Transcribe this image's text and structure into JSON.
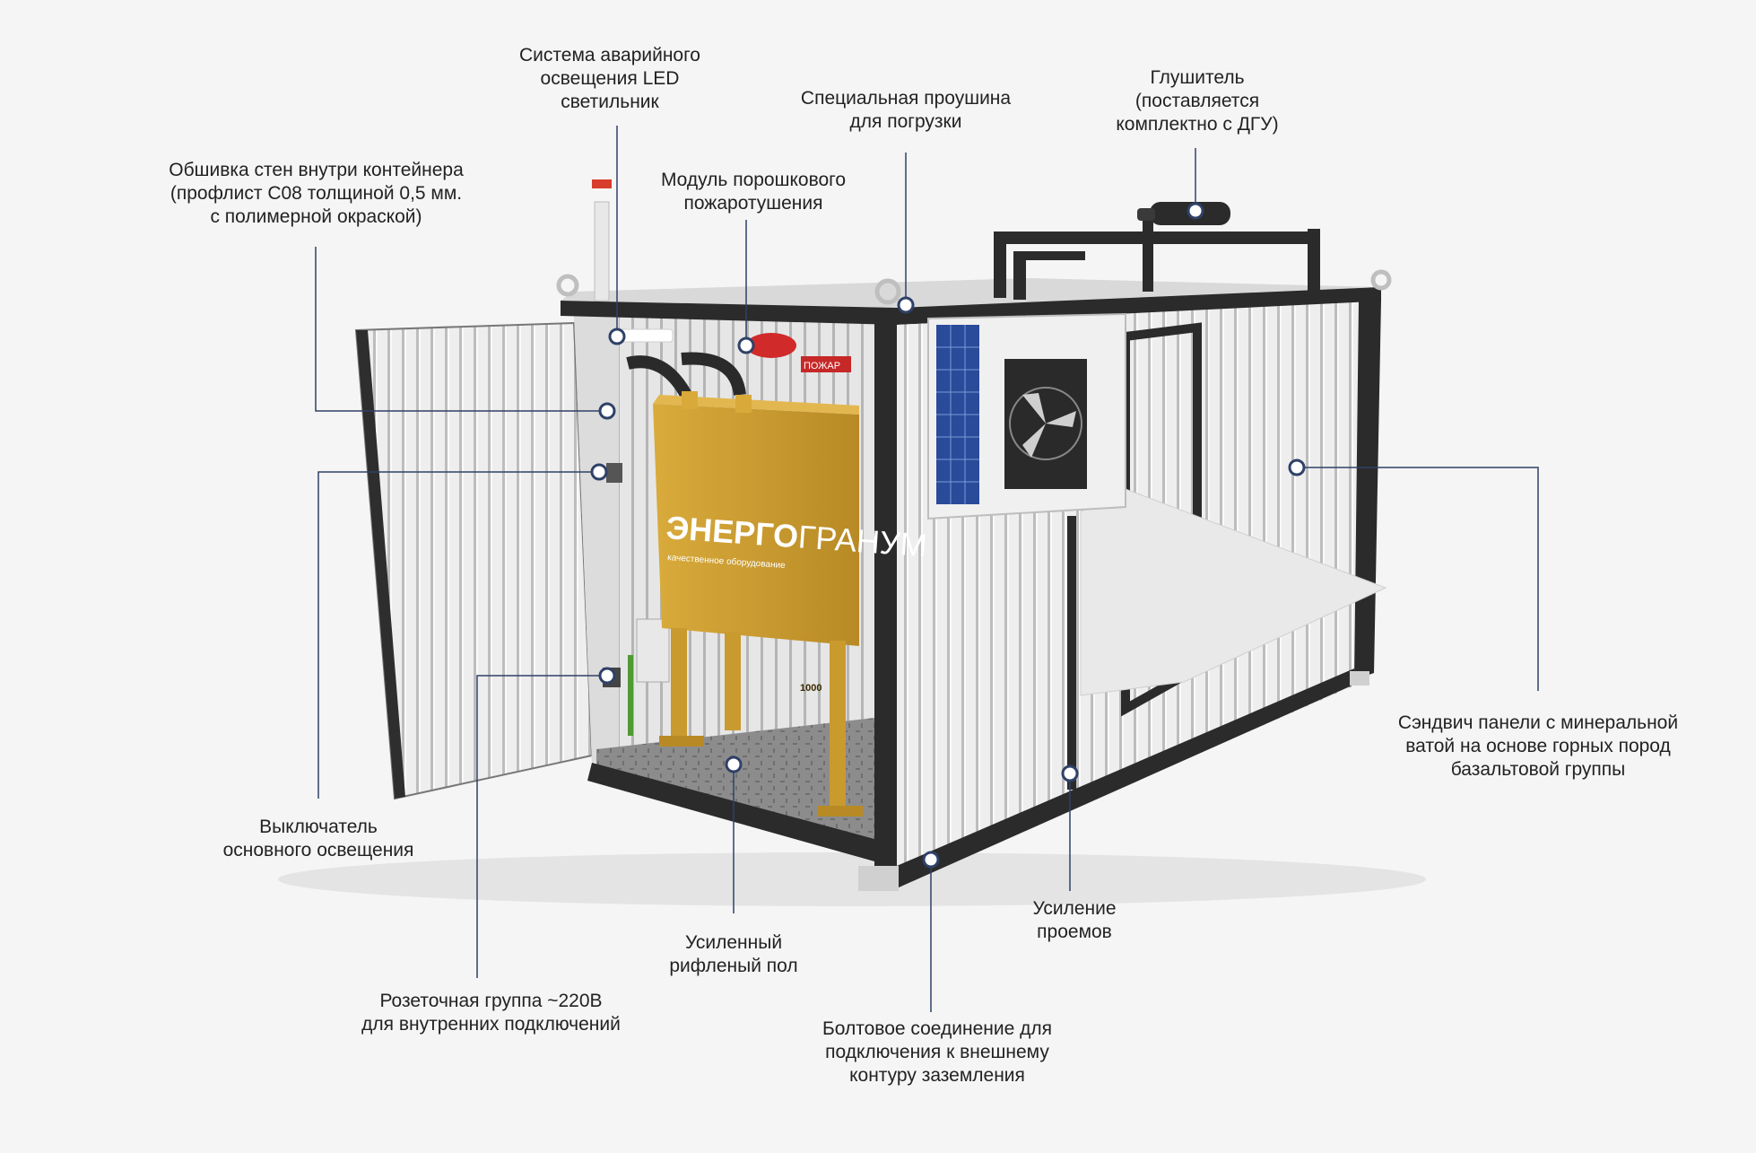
{
  "callouts": {
    "emergency_light": "Система аварийного\nосвещения LED\nсветильник",
    "lifting_lug": "Специальная проушина\nдля погрузки",
    "muffler": "Глушитель\n(поставляется\nкомплектно с ДГУ)",
    "wall_lining": "Обшивка стен внутри контейнера\n(профлист С08 толщиной 0,5 мм.\nс полимерной окраской)",
    "fire_module": "Модуль порошкового\nпожаротушения",
    "sandwich_panels": "Сэндвич панели с минеральной\nватой на основе горных пород\nбазальтовой группы",
    "light_switch": "Выключатель\nосновного освещения",
    "opening_reinforcement": "Усиление\nпроемов",
    "floor": "Усиленный\nрифленый пол",
    "socket_group": "Розеточная группа ~220В\nдля внутренних подключений",
    "grounding_bolt": "Болтовое соединение для\nподключения к внешнему\nконтуру заземления"
  },
  "product": {
    "brand_part1": "ЭНЕРГО",
    "brand_part2": "ГРАНУМ",
    "brand_tagline": "качественное оборудование",
    "tank_number": "1000",
    "fire_sign": "ПОЖАР"
  },
  "colors": {
    "background": "#f5f5f5",
    "marker_stroke": "#2f4168",
    "leader_line": "#2f4168",
    "frame": "#2b2b2b",
    "tank": "#c99a2e",
    "solar_panel": "#2a4a9a"
  }
}
